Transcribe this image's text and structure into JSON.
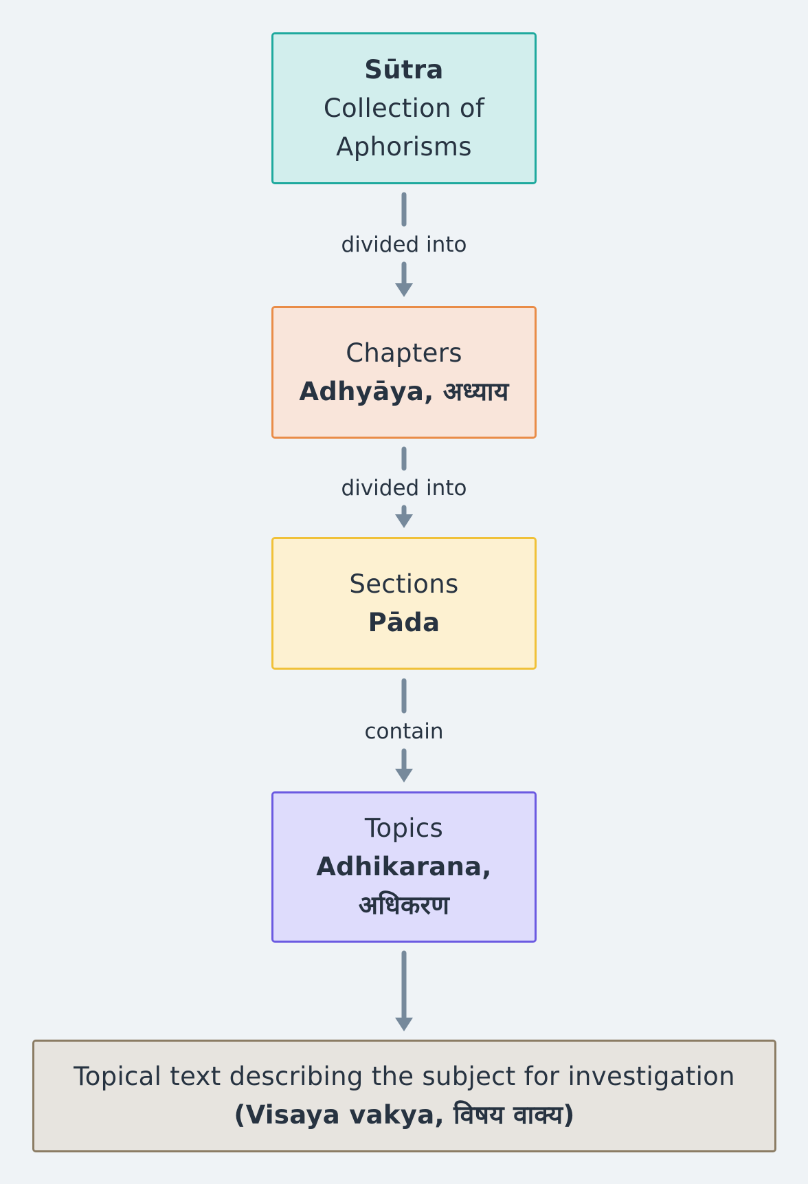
{
  "nodes": {
    "sutra": {
      "title": "Sūtra",
      "line1": "Collection of",
      "line2": "Aphorisms"
    },
    "chapters": {
      "label": "Chapters",
      "term": "Adhyāya, अध्याय"
    },
    "sections": {
      "label": "Sections",
      "term": "Pāda"
    },
    "topics": {
      "label": "Topics",
      "term_line1": "Adhikarana,",
      "term_line2": "अधिकरण"
    },
    "topical_text": {
      "line1": "Topical text describing the subject for investigation",
      "line2": "(Visaya vakya, विषय वाक्य)"
    }
  },
  "edges": {
    "sutra_to_chapters": "divided into",
    "chapters_to_sections": "divided into",
    "sections_to_topics": "contain"
  },
  "colors": {
    "background": "#eff3f6",
    "connector": "#76899b",
    "sutra_fill": "#d2eeed",
    "sutra_border": "#1fa99e",
    "chapters_fill": "#f9e5da",
    "chapters_border": "#e98c48",
    "sections_fill": "#fdf1d1",
    "sections_border": "#f0c138",
    "topics_fill": "#dedcfc",
    "topics_border": "#6b5ae1",
    "text_fill": "#e7e4df",
    "text_border": "#8b7c64"
  }
}
